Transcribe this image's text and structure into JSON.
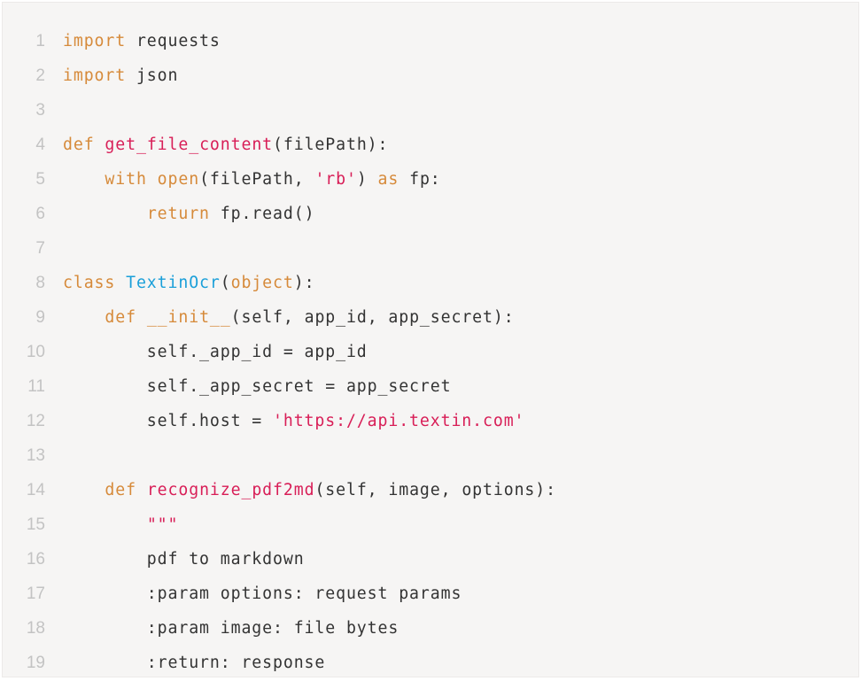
{
  "colors": {
    "background": "#f6f5f4",
    "keyword": "#d68a3a",
    "function": "#d81e57",
    "class_name": "#1a9fd9",
    "string": "#d81e57",
    "plain": "#333333",
    "line_number": "#c3c3c3"
  },
  "code": {
    "lines": [
      {
        "number": "1",
        "tokens": [
          {
            "type": "keyword",
            "text": "import"
          },
          {
            "type": "plain",
            "text": " requests"
          }
        ]
      },
      {
        "number": "2",
        "tokens": [
          {
            "type": "keyword",
            "text": "import"
          },
          {
            "type": "plain",
            "text": " json"
          }
        ]
      },
      {
        "number": "3",
        "tokens": []
      },
      {
        "number": "4",
        "tokens": [
          {
            "type": "keyword",
            "text": "def"
          },
          {
            "type": "plain",
            "text": " "
          },
          {
            "type": "function",
            "text": "get_file_content"
          },
          {
            "type": "plain",
            "text": "(filePath):"
          }
        ]
      },
      {
        "number": "5",
        "tokens": [
          {
            "type": "plain",
            "text": "    "
          },
          {
            "type": "keyword",
            "text": "with"
          },
          {
            "type": "plain",
            "text": " "
          },
          {
            "type": "keyword",
            "text": "open"
          },
          {
            "type": "plain",
            "text": "(filePath, "
          },
          {
            "type": "string",
            "text": "'rb'"
          },
          {
            "type": "plain",
            "text": ") "
          },
          {
            "type": "keyword",
            "text": "as"
          },
          {
            "type": "plain",
            "text": " fp:"
          }
        ]
      },
      {
        "number": "6",
        "tokens": [
          {
            "type": "plain",
            "text": "        "
          },
          {
            "type": "keyword",
            "text": "return"
          },
          {
            "type": "plain",
            "text": " fp.read()"
          }
        ]
      },
      {
        "number": "7",
        "tokens": []
      },
      {
        "number": "8",
        "tokens": [
          {
            "type": "keyword",
            "text": "class"
          },
          {
            "type": "plain",
            "text": " "
          },
          {
            "type": "class-name",
            "text": "TextinOcr"
          },
          {
            "type": "plain",
            "text": "("
          },
          {
            "type": "keyword",
            "text": "object"
          },
          {
            "type": "plain",
            "text": "):"
          }
        ]
      },
      {
        "number": "9",
        "tokens": [
          {
            "type": "plain",
            "text": "    "
          },
          {
            "type": "keyword",
            "text": "def"
          },
          {
            "type": "plain",
            "text": " "
          },
          {
            "type": "keyword",
            "text": "__init__"
          },
          {
            "type": "plain",
            "text": "(self, app_id, app_secret):"
          }
        ]
      },
      {
        "number": "10",
        "tokens": [
          {
            "type": "plain",
            "text": "        self._app_id = app_id"
          }
        ]
      },
      {
        "number": "11",
        "tokens": [
          {
            "type": "plain",
            "text": "        self._app_secret = app_secret"
          }
        ]
      },
      {
        "number": "12",
        "tokens": [
          {
            "type": "plain",
            "text": "        self.host = "
          },
          {
            "type": "string",
            "text": "'https://api.textin.com'"
          }
        ]
      },
      {
        "number": "13",
        "tokens": []
      },
      {
        "number": "14",
        "tokens": [
          {
            "type": "plain",
            "text": "    "
          },
          {
            "type": "keyword",
            "text": "def"
          },
          {
            "type": "plain",
            "text": " "
          },
          {
            "type": "function",
            "text": "recognize_pdf2md"
          },
          {
            "type": "plain",
            "text": "(self, image, options):"
          }
        ]
      },
      {
        "number": "15",
        "tokens": [
          {
            "type": "plain",
            "text": "        "
          },
          {
            "type": "string",
            "text": "\"\"\""
          }
        ]
      },
      {
        "number": "16",
        "tokens": [
          {
            "type": "plain",
            "text": "        pdf to markdown"
          }
        ]
      },
      {
        "number": "17",
        "tokens": [
          {
            "type": "plain",
            "text": "        :param options: request params"
          }
        ]
      },
      {
        "number": "18",
        "tokens": [
          {
            "type": "plain",
            "text": "        :param image: file bytes"
          }
        ]
      },
      {
        "number": "19",
        "tokens": [
          {
            "type": "plain",
            "text": "        :return: response"
          }
        ]
      }
    ]
  }
}
